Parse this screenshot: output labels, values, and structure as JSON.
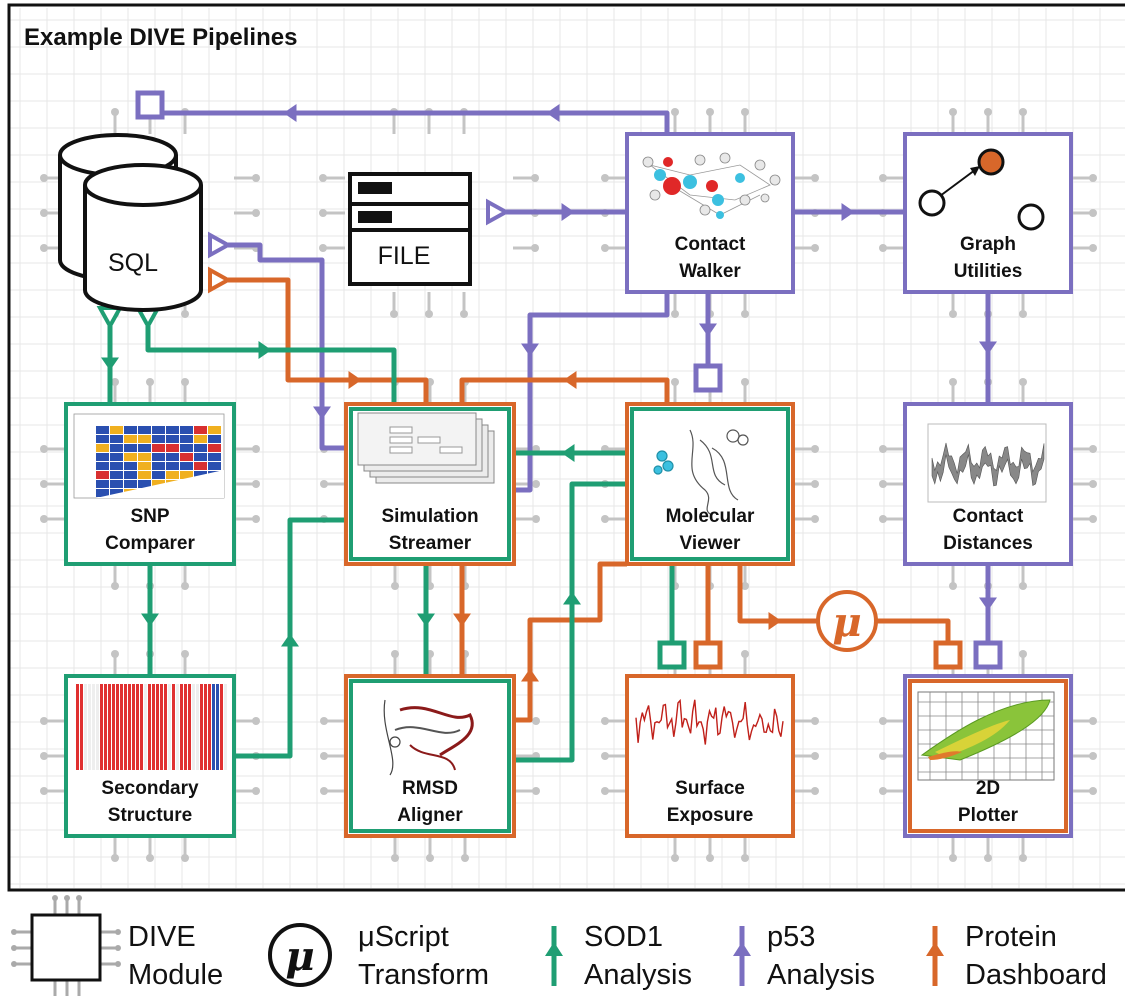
{
  "title": "Example DIVE Pipelines",
  "colors": {
    "sod1": "#1f9e73",
    "p53": "#7b6fc0",
    "protein": "#d8672a",
    "module_border": "#111111",
    "grid": "#bdbdbd"
  },
  "modules": {
    "contact_walker": [
      "Contact",
      "Walker"
    ],
    "graph_utilities": [
      "Graph",
      "Utilities"
    ],
    "snp_comparer": [
      "SNP",
      "Comparer"
    ],
    "simulation_streamer": [
      "Simulation",
      "Streamer"
    ],
    "molecular_viewer": [
      "Molecular",
      "Viewer"
    ],
    "contact_distances": [
      "Contact",
      "Distances"
    ],
    "secondary_structure": [
      "Secondary",
      "Structure"
    ],
    "rmsd_aligner": [
      "RMSD",
      "Aligner"
    ],
    "surface_exposure": [
      "Surface",
      "Exposure"
    ],
    "plotter_2d": [
      "2D",
      "Plotter"
    ]
  },
  "sources": {
    "sql": "SQL",
    "file": "FILE"
  },
  "transform_symbol": "μ",
  "legend": {
    "dive_module": [
      "DIVE",
      "Module"
    ],
    "uscript_transform": [
      "μScript",
      "Transform"
    ],
    "sod1": [
      "SOD1",
      "Analysis"
    ],
    "p53": [
      "p53",
      "Analysis"
    ],
    "protein": [
      "Protein",
      "Dashboard"
    ]
  }
}
